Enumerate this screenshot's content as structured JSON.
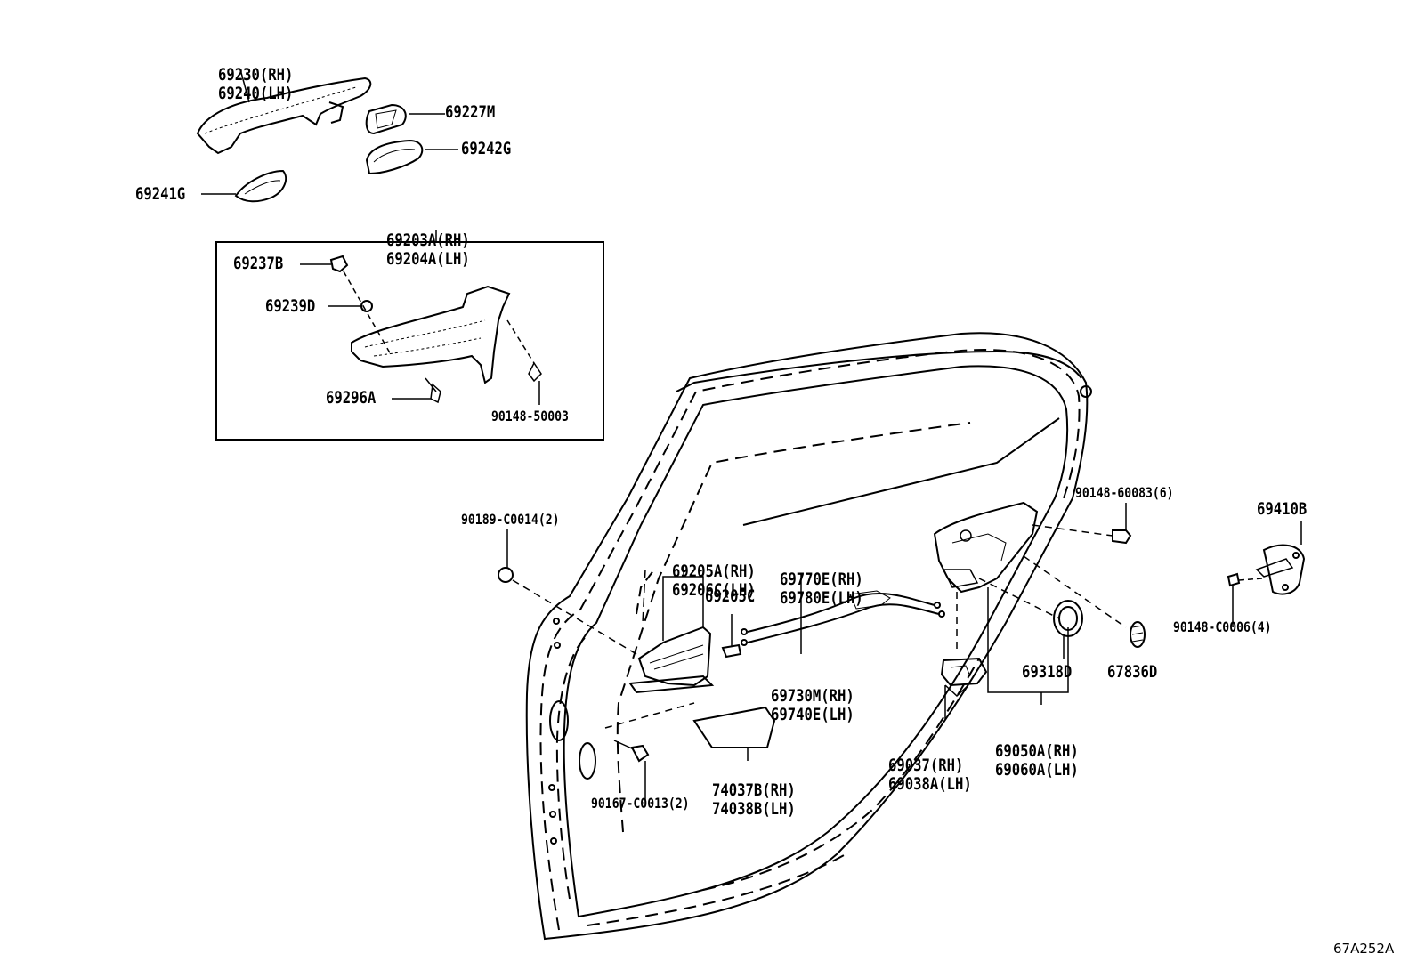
{
  "diagram_id": "67A252A",
  "parts": {
    "handle_outer": [
      "69230(RH)",
      "69240(LH)"
    ],
    "p69227M": "69227M",
    "p69242G": "69242G",
    "p69241G": "69241G",
    "frame_assy": [
      "69203A(RH)",
      "69204A(LH)"
    ],
    "p69237B": "69237B",
    "p69239D": "69239D",
    "p69296A": "69296A",
    "p90148_50003": "90148-50003",
    "p90189": "90189-C0014(2)",
    "inside_handle": [
      "69205A(RH)",
      "69206C(LH)"
    ],
    "p69205C": "69205C",
    "cable_upper": [
      "69770E(RH)",
      "69780E(LH)"
    ],
    "cable_lower": [
      "69730M(RH)",
      "69740E(LH)"
    ],
    "p90148_60083": "90148-60083(6)",
    "p69410B": "69410B",
    "p90148_C0006": "90148-C0006(4)",
    "p69318D": "69318D",
    "p67836D": "67836D",
    "lock_assy": [
      "69050A(RH)",
      "69060A(LH)"
    ],
    "p69037": [
      "69037(RH)",
      "69038A(LH)"
    ],
    "cover": [
      "74037B(RH)",
      "74038B(LH)"
    ],
    "p90167": "90167-C0013(2)"
  }
}
